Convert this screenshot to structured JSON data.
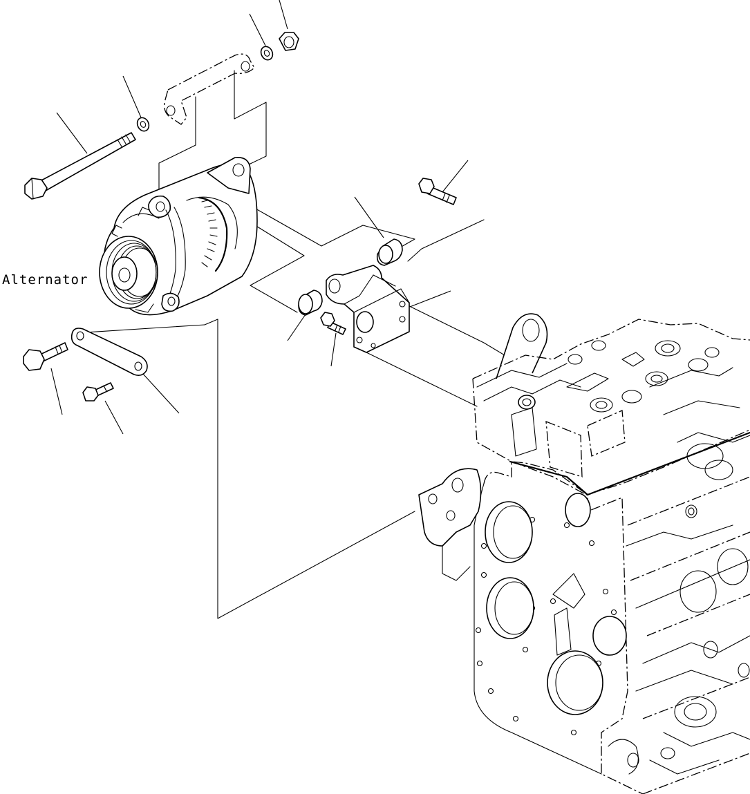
{
  "diagram": {
    "labels": {
      "alternator": "Alternator"
    },
    "parts": [
      {
        "id": "nut",
        "icon": "hex-nut-icon"
      },
      {
        "id": "washer-top",
        "icon": "washer-icon"
      },
      {
        "id": "adjust-plate",
        "icon": "plate-icon"
      },
      {
        "id": "washer-left",
        "icon": "washer-icon"
      },
      {
        "id": "long-bolt",
        "icon": "bolt-icon"
      },
      {
        "id": "alternator",
        "icon": "alternator-icon"
      },
      {
        "id": "bolt-right",
        "icon": "bolt-icon"
      },
      {
        "id": "spacer-upper",
        "icon": "spacer-icon"
      },
      {
        "id": "spacer-lower",
        "icon": "spacer-icon"
      },
      {
        "id": "bracket",
        "icon": "bracket-icon"
      },
      {
        "id": "bracket-bolt",
        "icon": "bolt-icon"
      },
      {
        "id": "link-bolt",
        "icon": "bolt-icon"
      },
      {
        "id": "link-plate",
        "icon": "link-icon"
      },
      {
        "id": "small-bolt",
        "icon": "bolt-icon"
      },
      {
        "id": "engine-block",
        "icon": "engine-icon"
      }
    ]
  }
}
